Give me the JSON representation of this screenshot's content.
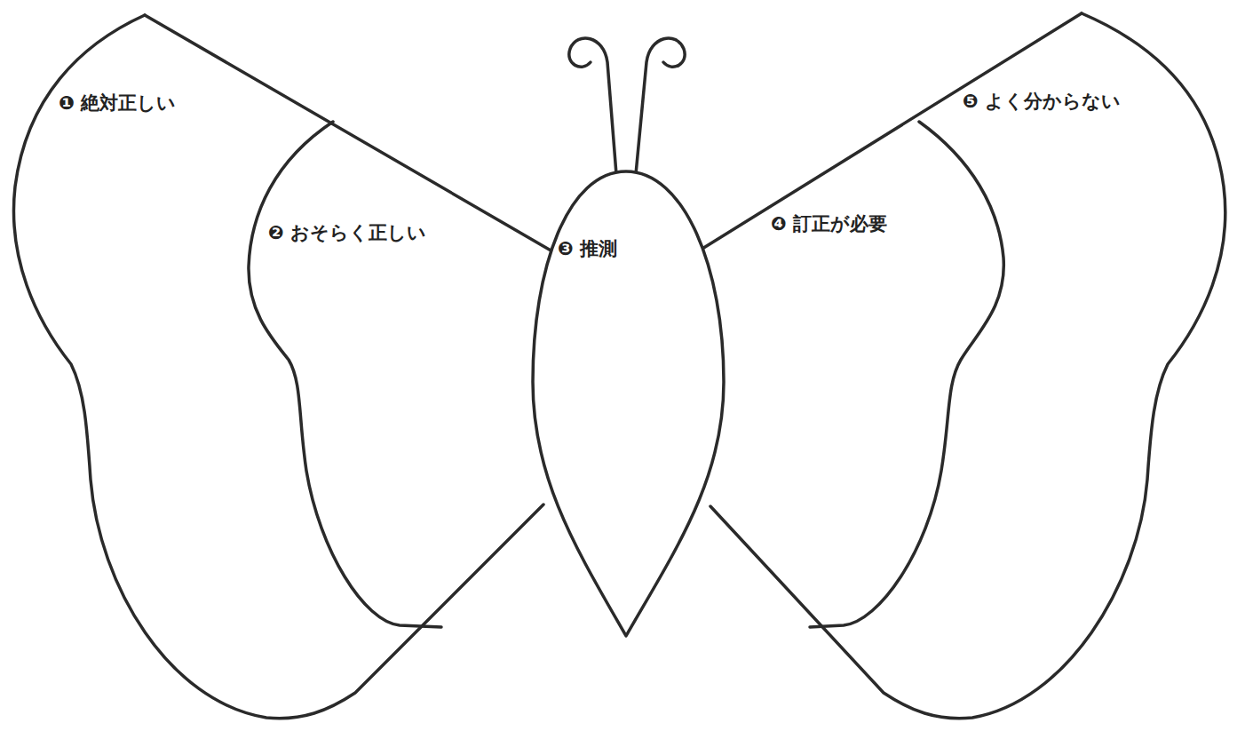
{
  "diagram": {
    "nodes": [
      {
        "text": [
          "❶ 絶対正しい"
        ]
      },
      {
        "text": [
          "❷ おそらく正しい"
        ]
      },
      {
        "text": [
          "❸ 推測"
        ]
      },
      {
        "text": [
          "❹ 訂正が必要"
        ]
      },
      {
        "text": [
          "❺ よく分からない"
        ]
      }
    ]
  }
}
